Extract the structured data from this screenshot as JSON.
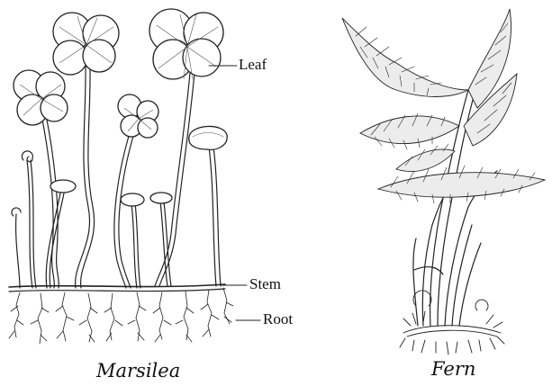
{
  "marsilea": {
    "caption": "Marsilea",
    "labels": {
      "leaf": "Leaf",
      "stem": "Stem",
      "root": "Root"
    }
  },
  "fern": {
    "caption": "Fern"
  }
}
